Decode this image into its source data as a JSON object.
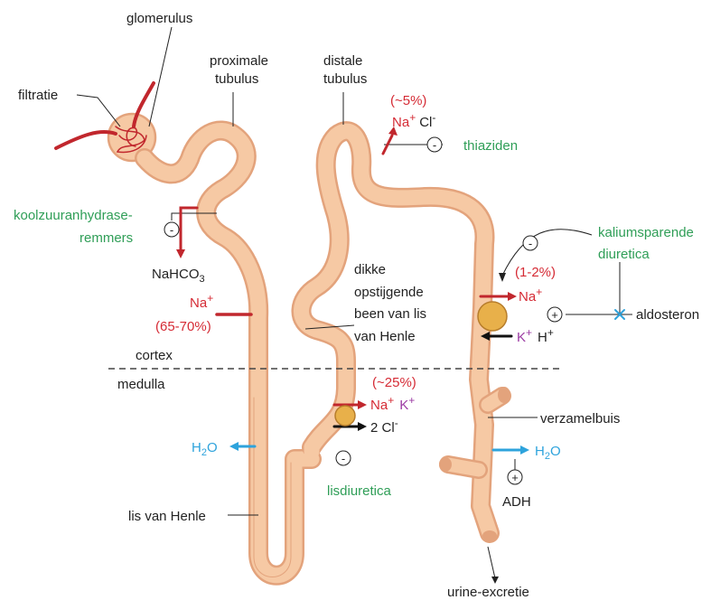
{
  "colors": {
    "tubule_fill": "#f6c9a4",
    "tubule_edge": "#e3a37c",
    "red": "#d52b35",
    "green": "#2f9e57",
    "blue": "#2ea3dc",
    "purple": "#9b3aa3",
    "pump": "#e8b04a",
    "dark": "#222222"
  },
  "labels": {
    "glomerulus": "glomerulus",
    "filtratie": "filtratie",
    "proximale_1": "proximale",
    "proximale_2": "tubulus",
    "distale_1": "distale",
    "distale_2": "tubulus",
    "dikke_1": "dikke",
    "dikke_2": "opstijgende",
    "dikke_3": "been van lis",
    "dikke_4": "van Henle",
    "cortex": "cortex",
    "medulla": "medulla",
    "lis_van_henle": "lis van Henle",
    "verzamelbuis": "verzamelbuis",
    "aldosteron": "aldosteron",
    "adh": "ADH",
    "urine": "urine-excretie"
  },
  "drugs": {
    "koolzuur_1": "koolzuuranhydrase-",
    "koolzuur_2": "remmers",
    "thiaziden": "thiaziden",
    "kalium_1": "kaliumsparende",
    "kalium_2": "diuretica",
    "lisdiuretica": "lisdiuretica"
  },
  "transport": {
    "proximal_percent": "(65-70%)",
    "proximal_ion": "Na",
    "nahco3_base": "NaHCO",
    "nahco3_sub": "3",
    "distal_percent": "(~5%)",
    "distal_na": "Na",
    "distal_cl": "Cl",
    "loop_percent": "(~25%)",
    "loop_na": "Na",
    "loop_k": "K",
    "loop_cl": "2 Cl",
    "collecting_percent": "(1-2%)",
    "collecting_na": "Na",
    "collecting_k": "K",
    "collecting_h": "H",
    "water": "H",
    "water_sub": "2",
    "water_o": "O",
    "plus": "+",
    "minus": "-"
  }
}
